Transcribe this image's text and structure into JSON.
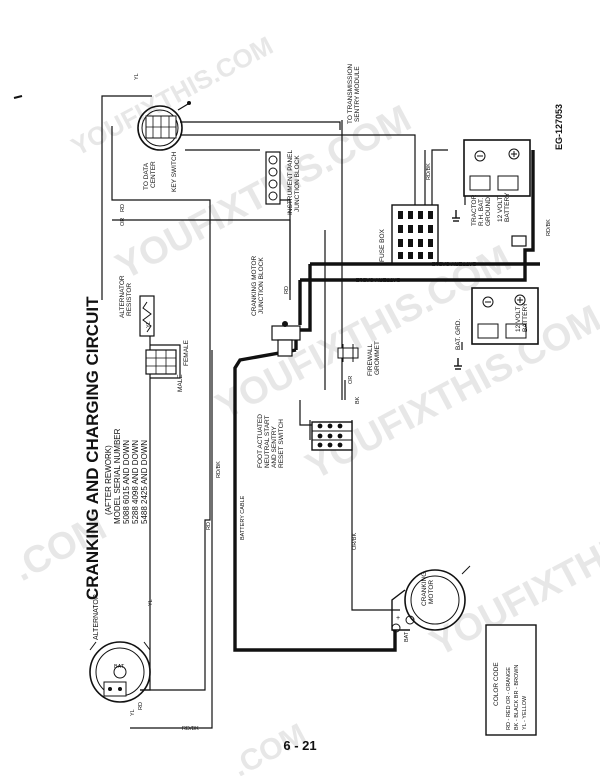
{
  "title": "CRANKING AND CHARGING CIRCUIT",
  "models_heading": "(AFTER REWORK)",
  "models_table": {
    "header": "MODEL    SERIAL NUMBER",
    "rows": [
      "5088     6015 AND DOWN",
      "5288     4098 AND DOWN",
      "5488     2425 AND DOWN"
    ]
  },
  "ref_code": "EG-127053",
  "page_number": "6 - 21",
  "watermarks": [
    "YOUFIXTHIS.COM",
    "YOUFIXTHIS.COM",
    "YOUFIXTHIS.COM",
    "YOUFIXTHIS.COM",
    "YOUFIXTHIS",
    ".COM",
    ".COM"
  ],
  "components": {
    "alternator": "ALTERNATOR",
    "alternator_resistor_1": "ALTERNATOR",
    "alternator_resistor_2": "RESISTOR",
    "key_switch": "KEY SWITCH",
    "to_data_center_1": "TO DATA",
    "to_data_center_2": "CENTER",
    "instrument_panel_1": "INSTRUMENT PANEL",
    "instrument_panel_2": "JUNCTION BLOCK",
    "cranking_motor_junction_1": "CRANKING MOTOR",
    "cranking_motor_junction_2": "JUNCTION BLOCK",
    "female": "FEMALE",
    "male": "MALE",
    "to_transmission_1": "TO TRANSMISSION",
    "to_transmission_2": "SENTRY MODULE",
    "fuse_box": "FUSE BOX",
    "tractor_ground_1": "TRACTOR",
    "tractor_ground_2": "R.H. BAT.",
    "tractor_ground_3": "GROUND",
    "battery_12v_1": "12 VOLT",
    "battery_12v_2": "BATTERY",
    "bat_grd": "BAT. GRD.",
    "firewall_grommet_1": "FIREWALL",
    "firewall_grommet_2": "GROMMET",
    "foot_switch_1": "FOOT ACTUATED",
    "foot_switch_2": "NEUTRAL START",
    "foot_switch_3": "AND SENTRY",
    "foot_switch_4": "RESET SWITCH",
    "cranking_motor_1": "CRANKING",
    "cranking_motor_2": "MOTOR",
    "battery_cable": "BATTERY CABLE"
  },
  "wire_labels": {
    "yl": "YL",
    "rd": "RD",
    "or": "OR",
    "bk": "BK",
    "rd_bk": "RD/BK",
    "or_bk": "OR/BK",
    "bat": "BAT",
    "pos": "+"
  },
  "color_code": {
    "title": "COLOR CODE",
    "line1": "RD - RED        OR - ORANGE",
    "line2": "BK - BLACK      BR - BROWN",
    "line3": "YL - YELLOW"
  }
}
